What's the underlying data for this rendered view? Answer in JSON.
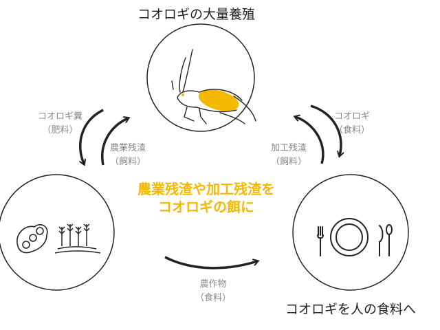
{
  "title_top": "コオロギの大量養殖",
  "title_bottom": "コオロギを人の食料へ",
  "center_text": {
    "line1": "農業残渣や加工残渣を",
    "line2": "コオロギの餌に"
  },
  "labels": {
    "frass": {
      "line1": "コオロギ糞",
      "line2": "（肥料）"
    },
    "agri_residue": {
      "line1": "農業残渣",
      "line2": "（飼料）"
    },
    "cricket_food": {
      "line1": "コオロギ",
      "line2": "（食料）"
    },
    "process_residue": {
      "line1": "加工残渣",
      "line2": "（飼料）"
    },
    "crops": {
      "line1": "農作物",
      "line2": "（食料）"
    }
  },
  "colors": {
    "accent": "#f5b800",
    "line": "#222222",
    "caption": "#888888"
  },
  "icons": [
    "cricket-icon",
    "bean-pod-icon",
    "wheat-icon",
    "plate-icon",
    "fork-icon",
    "knife-icon",
    "spoon-icon",
    "cycle-arrow-icon"
  ]
}
